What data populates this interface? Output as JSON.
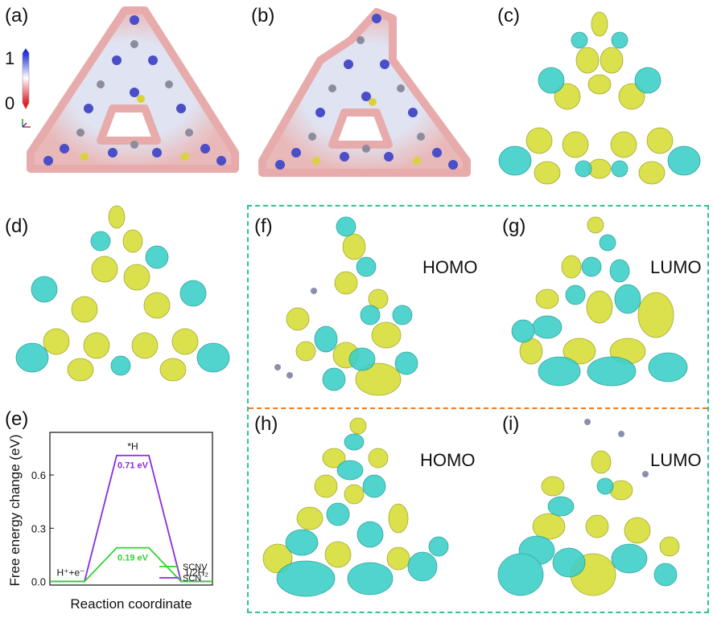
{
  "panels": {
    "a": {
      "label": "(a)"
    },
    "b": {
      "label": "(b)"
    },
    "c": {
      "label": "(c)"
    },
    "d": {
      "label": "(d)"
    },
    "e": {
      "label": "(e)"
    },
    "f": {
      "label": "(f)",
      "orbital": "HOMO"
    },
    "g": {
      "label": "(g)",
      "orbital": "LUMO"
    },
    "h": {
      "label": "(h)",
      "orbital": "HOMO"
    },
    "i": {
      "label": "(i)",
      "orbital": "LUMO"
    }
  },
  "colorbar": {
    "max": "1",
    "min": "0",
    "top_color": "#1f2fd8",
    "bottom_color": "#e0202a"
  },
  "colors": {
    "cyan": "#3fd0c8",
    "yellow": "#d8de3a",
    "frame": "#2fc38f",
    "divider": "#f07b1d",
    "scn": "#8a2be2",
    "scnv": "#2ed52e"
  },
  "chart_data": {
    "type": "line",
    "ylabel": "Free energy change (eV)",
    "xlabel": "Reaction coordinate",
    "ylim": [
      -0.02,
      0.84
    ],
    "yticks": [
      "0.0",
      "0.3",
      "0.6"
    ],
    "states": [
      "H⁺+e⁻",
      "*H",
      "1/2H₂"
    ],
    "series": [
      {
        "name": "SCN",
        "values": [
          0,
          0.71,
          0
        ],
        "label": "0.71 eV",
        "color": "#8a2be2"
      },
      {
        "name": "SCNV",
        "values": [
          0,
          0.19,
          0
        ],
        "label": "0.19 eV",
        "color": "#2ed52e"
      }
    ],
    "legend": [
      "SCNV",
      "SCN"
    ],
    "legend_position": "bottom-right"
  }
}
